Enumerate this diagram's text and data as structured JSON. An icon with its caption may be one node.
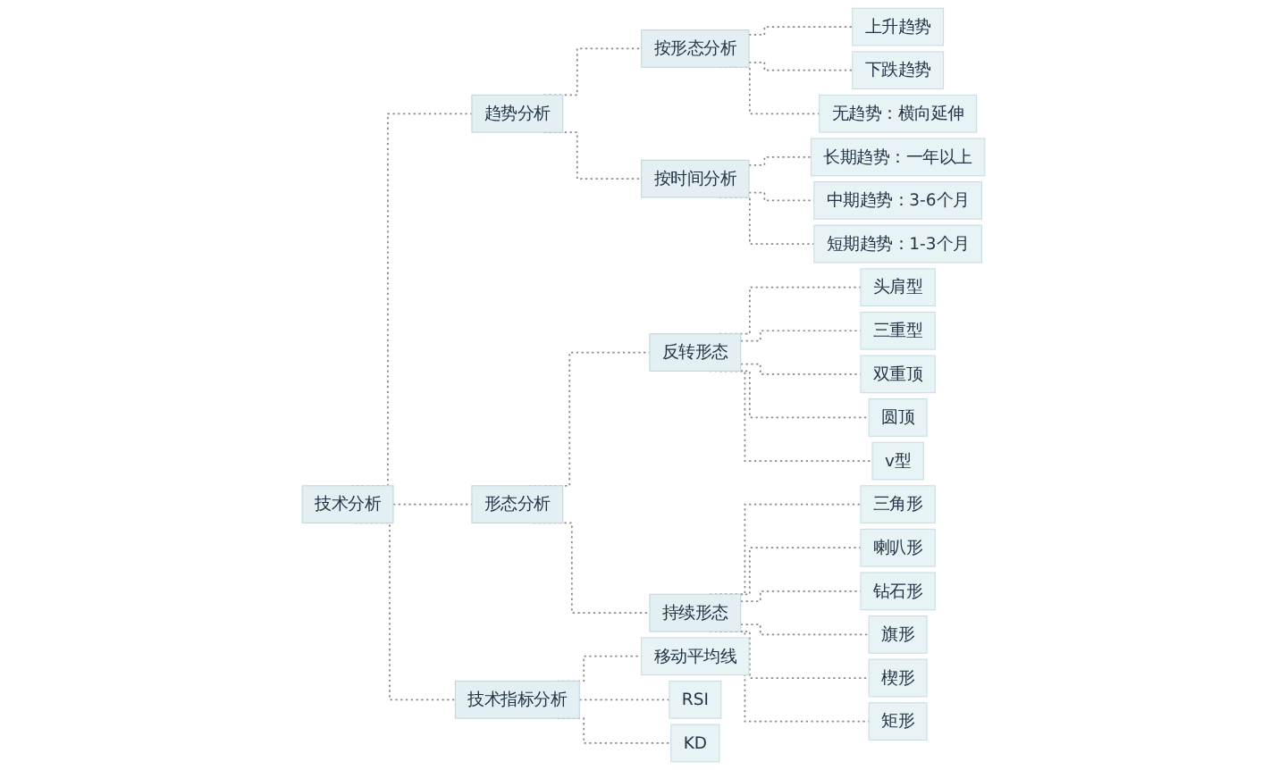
{
  "diagram": {
    "nodes": [
      {
        "text": [
          "技术分析"
        ]
      },
      {
        "text": [
          "趋势分析"
        ]
      },
      {
        "text": [
          "按形态分析"
        ]
      },
      {
        "text": [
          "上升趋势"
        ]
      },
      {
        "text": [
          "下跌趋势"
        ]
      },
      {
        "text": [
          "无趋势：横向延伸"
        ]
      },
      {
        "text": [
          "按时间分析"
        ]
      },
      {
        "text": [
          "长期趋势：一年以上"
        ]
      },
      {
        "text": [
          "中期趋势：3-6个月"
        ]
      },
      {
        "text": [
          "短期趋势：1-3个月"
        ]
      },
      {
        "text": [
          "形态分析"
        ]
      },
      {
        "text": [
          "反转形态"
        ]
      },
      {
        "text": [
          "头肩型"
        ]
      },
      {
        "text": [
          "三重型"
        ]
      },
      {
        "text": [
          "双重顶"
        ]
      },
      {
        "text": [
          "圆顶"
        ]
      },
      {
        "text": [
          "v型"
        ]
      },
      {
        "text": [
          "持续形态"
        ]
      },
      {
        "text": [
          "三角形"
        ]
      },
      {
        "text": [
          "喇叭形"
        ]
      },
      {
        "text": [
          "钻石形"
        ]
      },
      {
        "text": [
          "旗形"
        ]
      },
      {
        "text": [
          "楔形"
        ]
      },
      {
        "text": [
          "矩形"
        ]
      },
      {
        "text": [
          "技术指标分析"
        ]
      },
      {
        "text": [
          "移动平均线"
        ]
      },
      {
        "text": [
          "RSI"
        ]
      },
      {
        "text": [
          "KD"
        ]
      }
    ],
    "edges": [
      {
        "from": 0,
        "to": 1,
        "arrow": "none",
        "style": "dashed"
      },
      {
        "from": 0,
        "to": 10,
        "arrow": "none",
        "style": "dashed"
      },
      {
        "from": 0,
        "to": 24,
        "arrow": "none",
        "style": "dashed"
      },
      {
        "from": 1,
        "to": 2,
        "arrow": "none",
        "style": "dashed"
      },
      {
        "from": 1,
        "to": 6,
        "arrow": "none",
        "style": "dashed"
      },
      {
        "from": 2,
        "to": 3,
        "arrow": "none",
        "style": "dashed"
      },
      {
        "from": 2,
        "to": 4,
        "arrow": "none",
        "style": "dashed"
      },
      {
        "from": 2,
        "to": 5,
        "arrow": "none",
        "style": "dashed"
      },
      {
        "from": 6,
        "to": 7,
        "arrow": "none",
        "style": "dashed"
      },
      {
        "from": 6,
        "to": 8,
        "arrow": "none",
        "style": "dashed"
      },
      {
        "from": 6,
        "to": 9,
        "arrow": "none",
        "style": "dashed"
      },
      {
        "from": 10,
        "to": 11,
        "arrow": "none",
        "style": "dashed"
      },
      {
        "from": 10,
        "to": 17,
        "arrow": "none",
        "style": "dashed"
      },
      {
        "from": 11,
        "to": 12,
        "arrow": "none",
        "style": "dashed"
      },
      {
        "from": 11,
        "to": 13,
        "arrow": "none",
        "style": "dashed"
      },
      {
        "from": 11,
        "to": 14,
        "arrow": "none",
        "style": "dashed"
      },
      {
        "from": 11,
        "to": 15,
        "arrow": "none",
        "style": "dashed"
      },
      {
        "from": 11,
        "to": 16,
        "arrow": "none",
        "style": "dashed"
      },
      {
        "from": 17,
        "to": 18,
        "arrow": "none",
        "style": "dashed"
      },
      {
        "from": 17,
        "to": 19,
        "arrow": "none",
        "style": "dashed"
      },
      {
        "from": 17,
        "to": 20,
        "arrow": "none",
        "style": "dashed"
      },
      {
        "from": 17,
        "to": 21,
        "arrow": "none",
        "style": "dashed"
      },
      {
        "from": 17,
        "to": 22,
        "arrow": "none",
        "style": "dashed"
      },
      {
        "from": 17,
        "to": 23,
        "arrow": "none",
        "style": "dashed"
      },
      {
        "from": 24,
        "to": 25,
        "arrow": "none",
        "style": "dashed"
      },
      {
        "from": 24,
        "to": 26,
        "arrow": "none",
        "style": "dashed"
      },
      {
        "from": 24,
        "to": 27,
        "arrow": "none",
        "style": "dashed"
      }
    ]
  }
}
